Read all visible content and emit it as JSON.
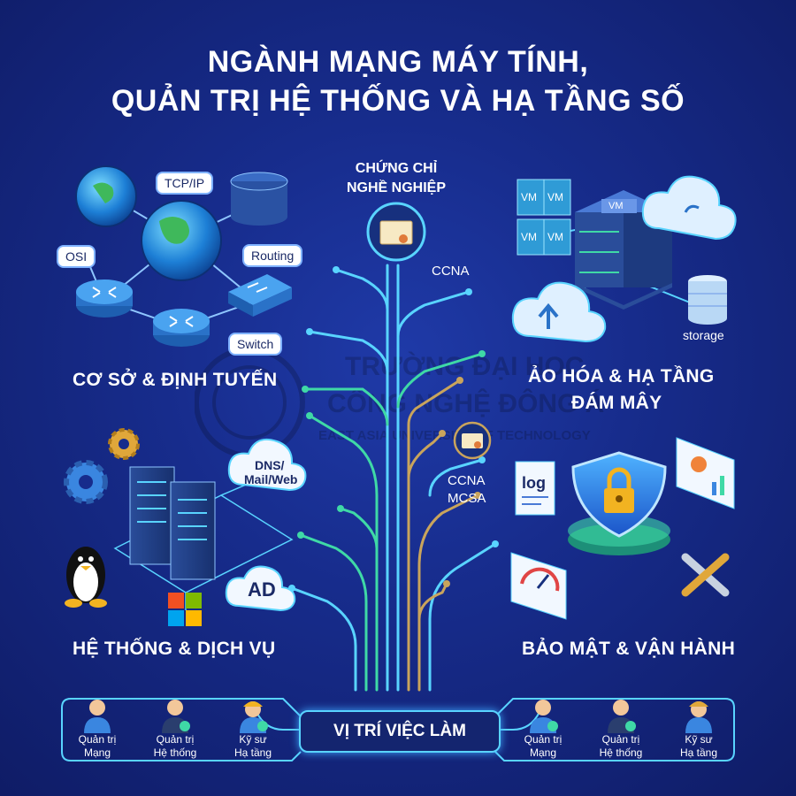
{
  "title": {
    "line1": "NGÀNH MẠNG MÁY TÍNH,",
    "line2": "QUẢN TRỊ HỆ THỐNG VÀ HẠ TẦNG SỐ"
  },
  "sections": {
    "networking": {
      "label": "CƠ SỞ & ĐỊNH TUYẾN",
      "tags": [
        "TCP/IP",
        "OSI",
        "Routing",
        "Switch"
      ]
    },
    "cloud": {
      "label_line1": "ẢO HÓA & HẠ TẦNG",
      "label_line2": "ĐÁM MÂY",
      "vm": "VM",
      "storage": "storage"
    },
    "systems": {
      "label": "HỆ THỐNG & DỊCH VỤ",
      "dns_line1": "DNS/",
      "dns_line2": "Mail/Web",
      "ad": "AD"
    },
    "security": {
      "label": "BẢO MẬT & VẬN HÀNH",
      "log": "log"
    }
  },
  "certifications": {
    "title_line1": "CHỨNG CHỈ",
    "title_line2": "NGHỀ NGHIỆP",
    "ccna_top": "CCNA",
    "ccna": "CCNA",
    "mcsa": "MCSA"
  },
  "watermark": {
    "line1": "TRƯỜNG ĐẠI HỌC",
    "line2": "CÔNG NGHỆ ĐÔNG Á",
    "line3": "EAST ASIA UNIVERSITY OF TECHNOLOGY"
  },
  "jobs": {
    "center_label": "VỊ TRÍ VIỆC LÀM",
    "left": [
      {
        "line1": "Quản trị",
        "line2": "Mạng"
      },
      {
        "line1": "Quản trị",
        "line2": "Hệ thống"
      },
      {
        "line1": "Kỹ sư",
        "line2": "Hạ tầng"
      }
    ],
    "right": [
      {
        "line1": "Quản trị",
        "line2": "Mạng"
      },
      {
        "line1": "Quản trị",
        "line2": "Hệ thống"
      },
      {
        "line1": "Kỹ sư",
        "line2": "Hạ tầng"
      }
    ]
  },
  "colors": {
    "background": "#172c8c",
    "accent_cyan": "#59d4ff",
    "accent_green": "#3fd9a6",
    "accent_gold": "#c9a45c"
  }
}
